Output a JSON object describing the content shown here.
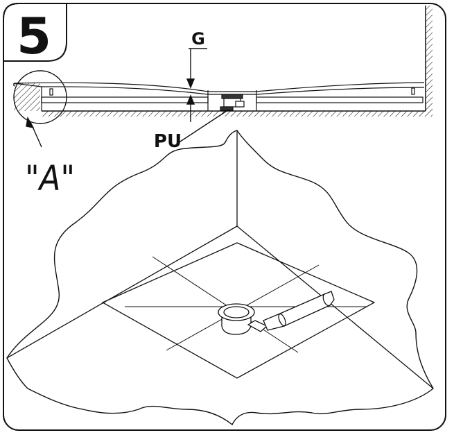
{
  "step": {
    "number": "5"
  },
  "labels": {
    "gap": "G",
    "pu": "PU",
    "detail": "\"A\""
  },
  "colors": {
    "line": "#111111",
    "background": "#ffffff"
  }
}
